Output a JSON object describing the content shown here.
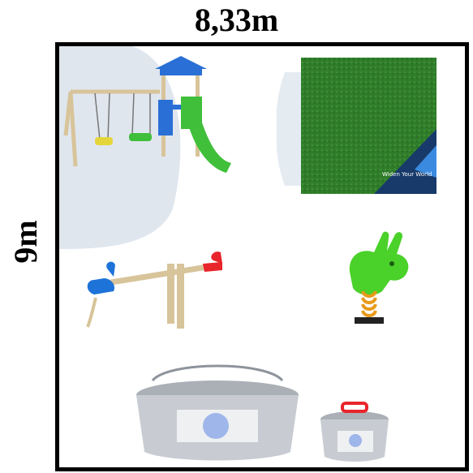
{
  "dimensions": {
    "width_label": "8,33m",
    "height_label": "9m"
  },
  "items": [
    {
      "name": "playground-tower-with-swings-and-slide",
      "icon": "playground-icon"
    },
    {
      "name": "artificial-grass-sample",
      "icon": "grass-icon",
      "caption": "Widen Your World"
    },
    {
      "name": "seesaw",
      "icon": "seesaw-icon"
    },
    {
      "name": "spring-rider-donkey",
      "icon": "spring-rider-icon"
    },
    {
      "name": "paint-buckets",
      "icon": "paint-bucket-icon"
    }
  ],
  "colors": {
    "frame": "#000000",
    "grass": "#2f7d2a",
    "slide": "#3fbf3a",
    "roof": "#2a6fd6",
    "spring_rider": "#4ad12a",
    "seat_red": "#e8252b",
    "seat_blue": "#1d73d8",
    "bucket": "#c8ccd2"
  }
}
